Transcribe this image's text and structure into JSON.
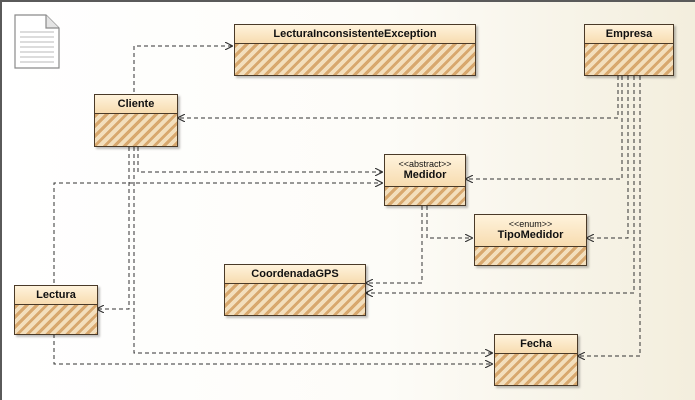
{
  "classes": {
    "lectura_inconsistente": {
      "name": "LecturaInconsistenteException"
    },
    "empresa": {
      "name": "Empresa"
    },
    "cliente": {
      "name": "Cliente"
    },
    "medidor": {
      "name": "Medidor",
      "stereotype": "<<abstract>>"
    },
    "tipo_medidor": {
      "name": "TipoMedidor",
      "stereotype": "<<enum>>"
    },
    "coordenada_gps": {
      "name": "CoordenadaGPS"
    },
    "lectura": {
      "name": "Lectura"
    },
    "fecha": {
      "name": "Fecha"
    }
  },
  "colors": {
    "class_fill": "#f5e4c3",
    "class_hatch": "#d8a86e",
    "border": "#4a3a28",
    "edge": "#333333"
  },
  "icons": [
    "note-icon"
  ]
}
